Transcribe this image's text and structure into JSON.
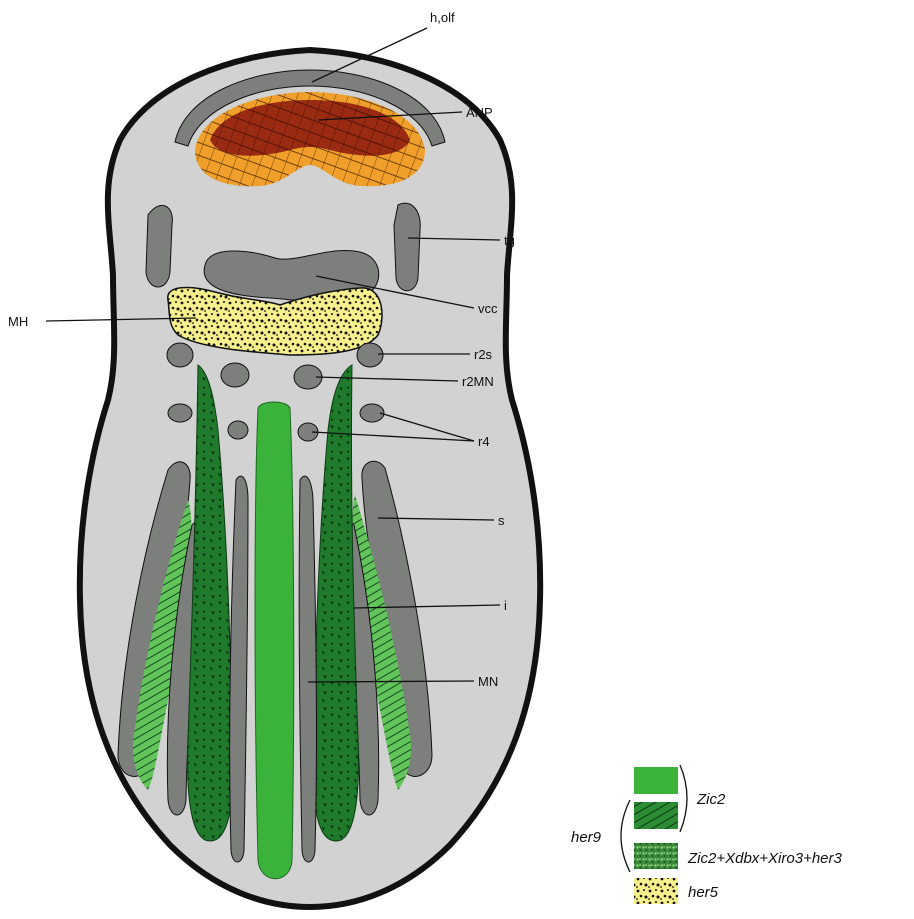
{
  "labels": {
    "h_olf": "h,olf",
    "anp": "ANP",
    "tg": "tg",
    "vcc": "vcc",
    "mh": "MH",
    "r2s": "r2s",
    "r2mn": "r2MN",
    "r4": "r4",
    "s": "s",
    "i": "i",
    "mn": "MN"
  },
  "legend": {
    "zic2": "Zic2",
    "her9": "her9",
    "combo": "Zic2+Xdbx+Xiro3+her3",
    "her5": "her5"
  },
  "colors": {
    "embryo_fill": "#d2d2d2",
    "outline": "#111111",
    "dark_gray": "#7d7f7d",
    "bright_green": "#3bb33b",
    "dark_green": "#1e7a2a",
    "yellow": "#f4ef8a",
    "orange": "#f0a02a",
    "red_brown": "#9a2a12"
  }
}
